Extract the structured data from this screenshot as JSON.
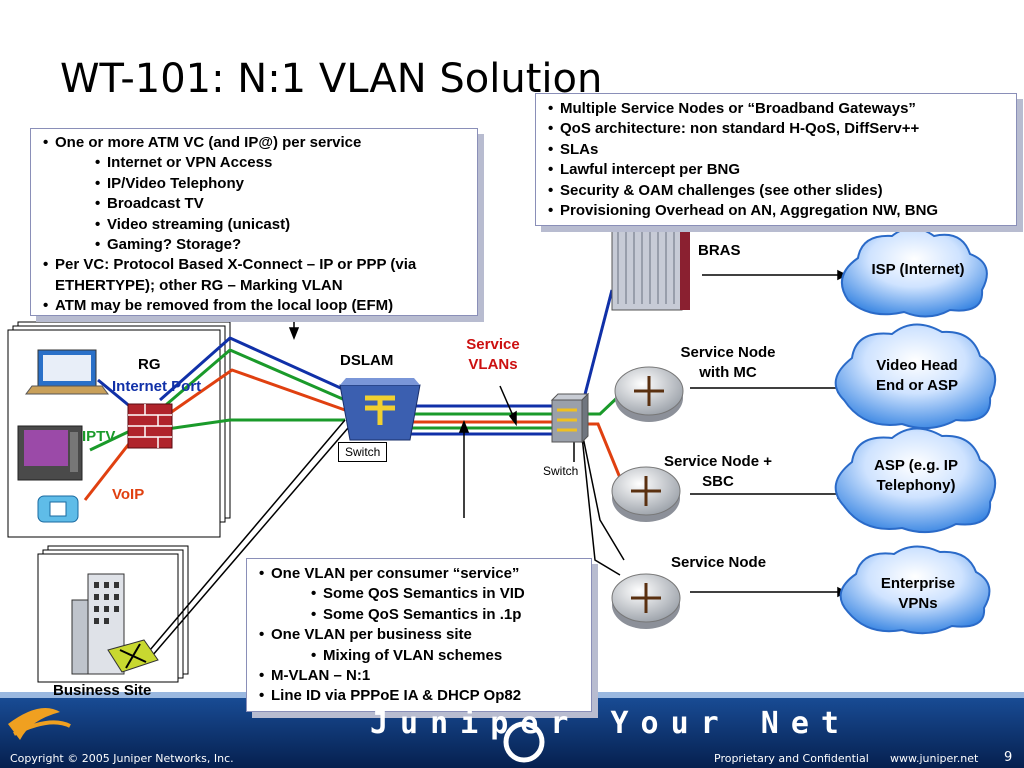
{
  "slide": {
    "title": "WT-101: N:1 VLAN Solution",
    "page_number": "9"
  },
  "box_left": {
    "items": [
      {
        "text": "One or more ATM VC (and IP@) per service",
        "level": 1
      },
      {
        "text": "Internet or VPN Access",
        "level": 2
      },
      {
        "text": "IP/Video Telephony",
        "level": 2
      },
      {
        "text": "Broadcast TV",
        "level": 2
      },
      {
        "text": "Video streaming (unicast)",
        "level": 2
      },
      {
        "text": "Gaming? Storage?",
        "level": 2
      },
      {
        "text": "Per VC: Protocol Based X-Connect – IP or PPP (via ETHERTYPE); other RG – Marking VLAN",
        "level": 1
      },
      {
        "text": "ATM may be removed from the local loop (EFM)",
        "level": 1
      }
    ]
  },
  "box_top_right": {
    "items": [
      {
        "text": "Multiple Service Nodes or “Broadband Gateways”"
      },
      {
        "text": "QoS architecture: non standard H-QoS, DiffServ++"
      },
      {
        "text": "SLAs"
      },
      {
        "text": "Lawful intercept per BNG"
      },
      {
        "text": "Security & OAM challenges (see other slides)"
      },
      {
        "text": "Provisioning Overhead on AN, Aggregation NW, BNG"
      }
    ]
  },
  "box_bottom": {
    "items": [
      {
        "text": "One VLAN per consumer “service”",
        "level": 1
      },
      {
        "text": "Some QoS Semantics in VID",
        "level": 2
      },
      {
        "text": "Some QoS Semantics in .1p",
        "level": 2
      },
      {
        "text": "One VLAN per business site",
        "level": 1
      },
      {
        "text": "Mixing of VLAN schemes",
        "level": 2
      },
      {
        "text": "M-VLAN – N:1",
        "level": 1
      },
      {
        "text": "Line ID via PPPoE IA & DHCP Op82",
        "level": 1
      }
    ]
  },
  "labels": {
    "rg": "RG",
    "internet_port": "Internet Port",
    "iptv": "IPTV",
    "voip": "VoIP",
    "business_site": "Business Site",
    "dslam": "DSLAM",
    "switch_dslam": "Switch",
    "switch_core": "Switch",
    "service_vlans": "Service VLANs",
    "bras": "BRAS",
    "service_node_mc": "Service Node with MC",
    "service_node_sbc": "Service Node + SBC",
    "service_node": "Service Node",
    "cloud_isp": "ISP (Internet)",
    "cloud_video": "Video Head End or ASP",
    "cloud_asp": "ASP (e.g. IP Telephony)",
    "cloud_enterprise": "Enterprise VPNs"
  },
  "footer": {
    "copyright": "Copyright © 2005 Juniper Networks, Inc.",
    "confidential": "Proprietary and Confidential",
    "website": "www.juniper.net",
    "brand": "Juniper Your Net"
  },
  "colors": {
    "link_blue": "#1030a8",
    "link_green": "#1a9a2a",
    "link_orange": "#e04010",
    "label_red": "#cc1010",
    "cloud": "#3a8ee8",
    "footer": "#0a2a6a"
  }
}
